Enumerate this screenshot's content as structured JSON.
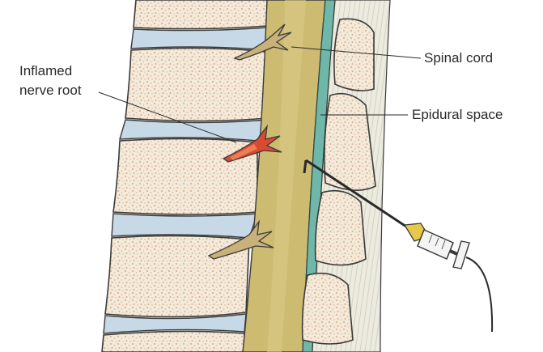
{
  "labels": {
    "inflamed_line1": "Inflamed",
    "inflamed_line2": "nerve root",
    "spinal_cord": "Spinal cord",
    "epidural_space": "Epidural space"
  },
  "colors": {
    "vertebra_fill": "#f3ead9",
    "vertebra_speckle": "#dcb49a",
    "disc": "#c7d9e6",
    "spinal_cord": "#cdbb72",
    "epidural_space": "#6fb7a8",
    "ligament": "#e4e1d2",
    "inflamed_root": "#d94a33",
    "nerve_root": "#c9b27a",
    "outline": "#3a3a3a"
  }
}
